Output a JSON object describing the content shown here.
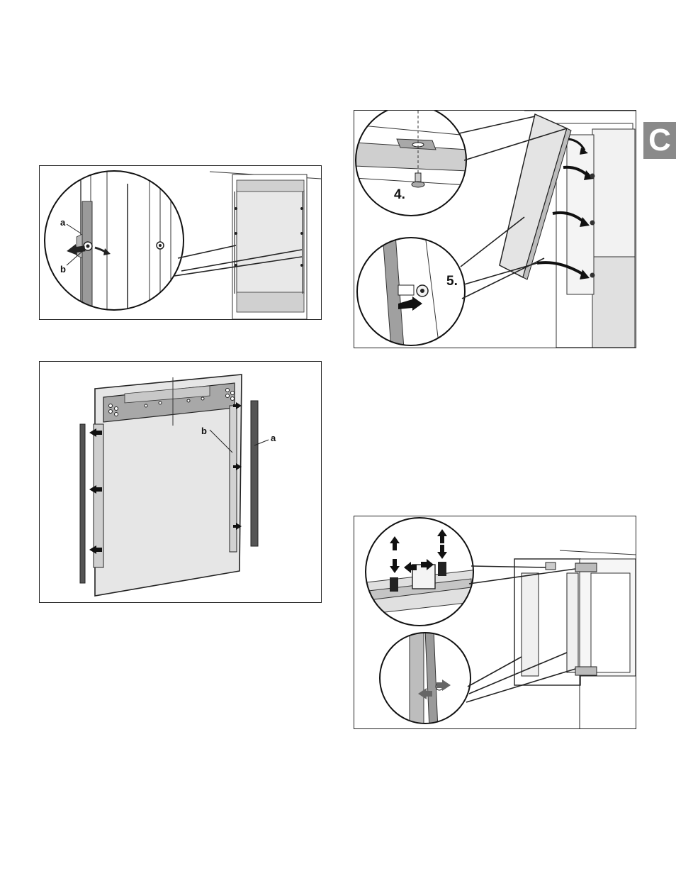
{
  "section_tab": "C",
  "figure1": {
    "label_a": "a",
    "label_b": "b"
  },
  "figure2": {
    "label_step4": "4.",
    "label_step5": "5."
  },
  "figure3": {
    "label_a": "a",
    "label_b": "b"
  },
  "colors": {
    "tab": "#8a8a8a",
    "stroke": "#222222",
    "panel": "#e4e4e4",
    "dark": "#3a3a3a"
  }
}
